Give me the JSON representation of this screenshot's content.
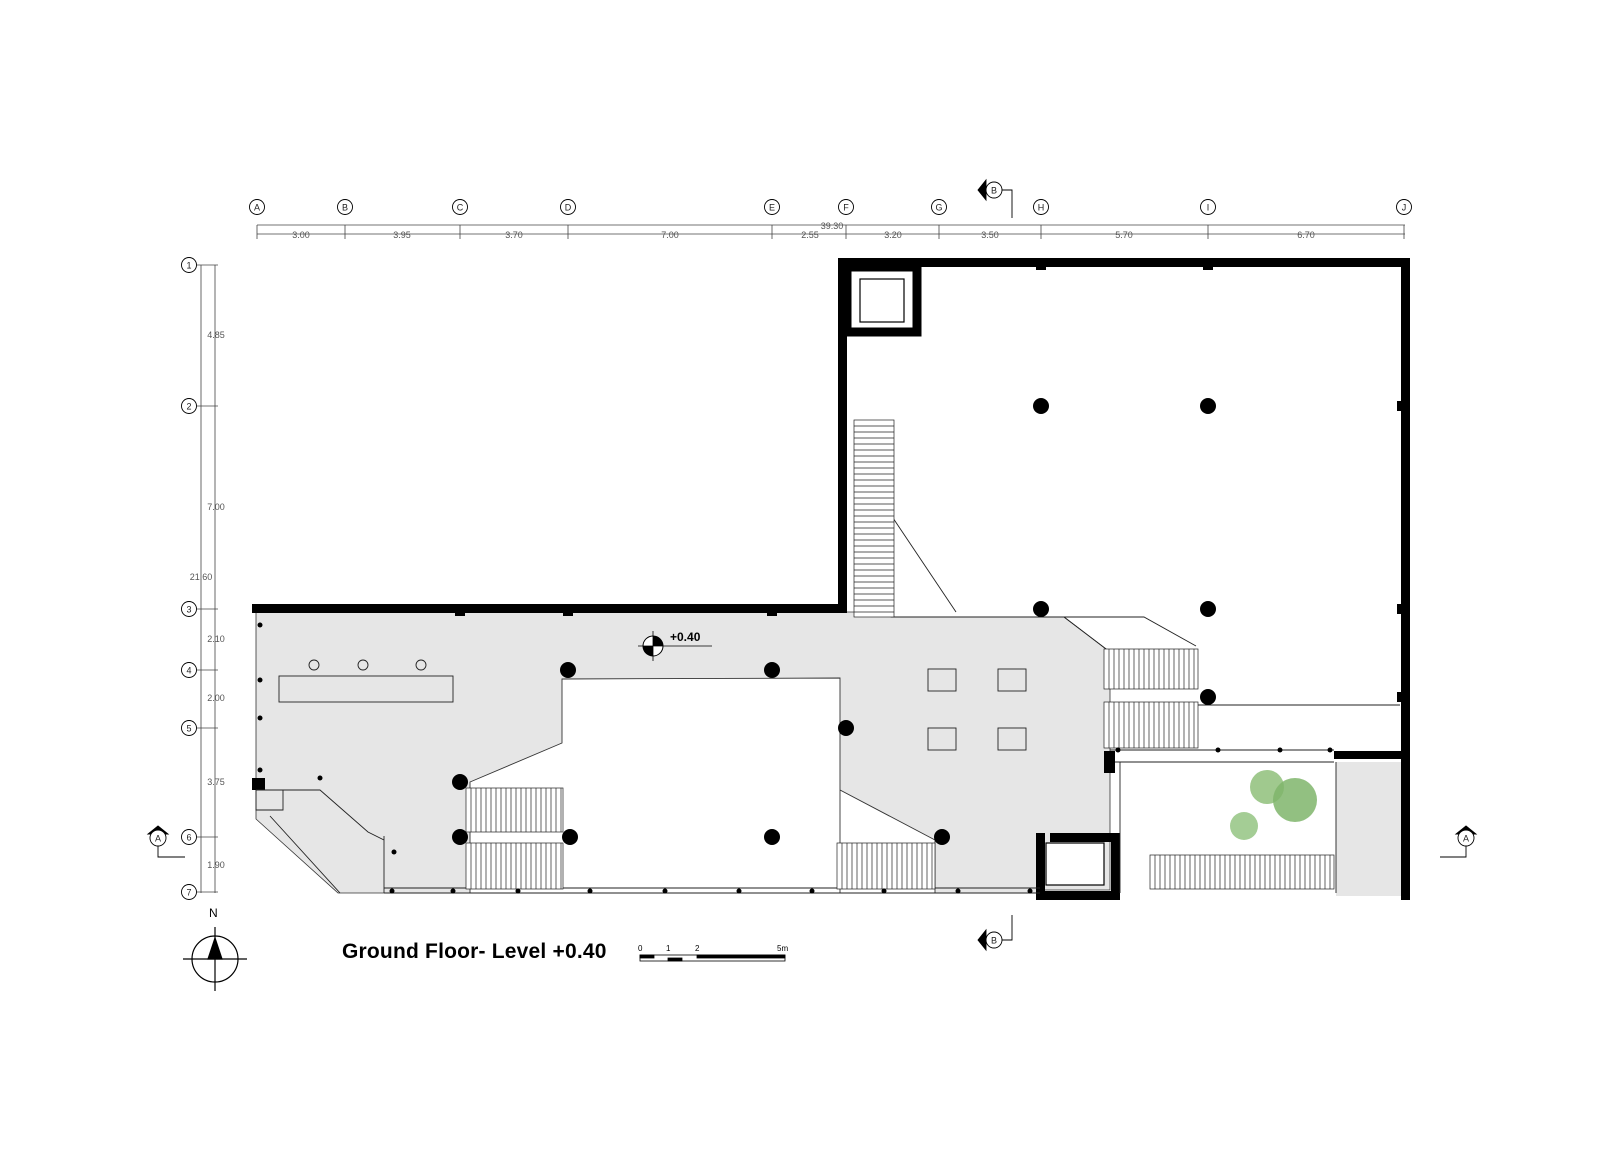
{
  "title": "Ground Floor- Level +0.40",
  "level_marker": "+0.40",
  "north": "N",
  "section_markers": {
    "a": "A",
    "b": "B"
  },
  "scale_bar": {
    "labels": [
      "0",
      "1",
      "2",
      "5m"
    ]
  },
  "grid_columns": [
    "A",
    "B",
    "C",
    "D",
    "E",
    "F",
    "G",
    "H",
    "I",
    "J"
  ],
  "grid_rows": [
    "1",
    "2",
    "3",
    "4",
    "5",
    "6",
    "7"
  ],
  "horizontal_dimensions": {
    "total": "39.30",
    "segments": [
      "3.00",
      "3.95",
      "3.70",
      "7.00",
      "2.55",
      "3.20",
      "3.50",
      "5.70",
      "6.70"
    ]
  },
  "vertical_dimensions": {
    "total": "21.60",
    "segments": [
      "4.85",
      "7.00",
      "2.10",
      "2.00",
      "3.75",
      "1.90"
    ]
  },
  "colors": {
    "wall": "#000000",
    "floor_fill": "#e6e6e6",
    "line": "#222222",
    "tree": "#8fc07a"
  }
}
